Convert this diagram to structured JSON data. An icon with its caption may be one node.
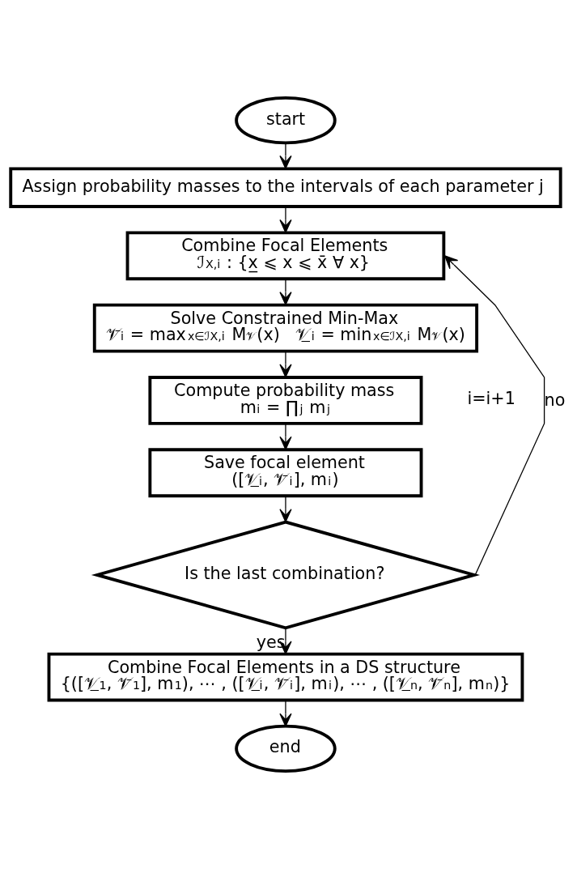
{
  "diagram": {
    "nodes": [
      {
        "text": [
          "start"
        ]
      },
      {
        "text": [
          "Assign probability masses to the intervals of each parameter j"
        ]
      },
      {
        "text": [
          "Combine Focal Elements",
          "ℐ$_{X,i}$ : {x̲ ⩽ x ⩽ x̄ ∀ x}"
        ]
      },
      {
        "text": [
          "Solve Constrained Min-Max",
          "𝒱̄$_{i}$ = max$_{x∈ℐX,i}$ M$_{𝒱}$(x)   𝒱̲$_{i}$ = min$_{x∈ℐX,i}$ M$_{𝒱}$(x)"
        ]
      },
      {
        "text": [
          "Compute probability mass",
          "m$_{i}$ = ∏$_{j}$ m$_{j}$"
        ]
      },
      {
        "text": [
          "Save focal element",
          "([𝒱̲$_{i}$, 𝒱̄$_{i}$], m$_{i}$)"
        ]
      },
      {
        "text": [
          "Is the last combination?"
        ]
      },
      {
        "text": [
          "Combine Focal Elements in a DS structure",
          "{([𝒱̲$_{1}$, 𝒱̄$_{1}$], m$_{1}$), ⋯ , ([𝒱̲$_{i}$, 𝒱̄$_{i}$], m$_{i}$), ⋯ , ([𝒱̲$_{n}$, 𝒱̄$_{n}$], m$_{n}$)}"
        ]
      },
      {
        "text": [
          "end"
        ]
      }
    ],
    "edges": [
      {
        "from": 0,
        "to": 1,
        "arrow": "to"
      },
      {
        "from": 1,
        "to": 2,
        "arrow": "to"
      },
      {
        "from": 2,
        "to": 3,
        "arrow": "to"
      },
      {
        "from": 3,
        "to": 4,
        "arrow": "to"
      },
      {
        "from": 4,
        "to": 5,
        "arrow": "to"
      },
      {
        "from": 5,
        "to": 6,
        "arrow": "to"
      },
      {
        "from": 6,
        "to": 7,
        "label": "yes",
        "arrow": "to"
      },
      {
        "from": 6,
        "to": 2,
        "label": "no",
        "arrow": "to"
      },
      {
        "from": 7,
        "to": 8,
        "arrow": "to"
      }
    ],
    "labels": [
      "i=i+1"
    ]
  }
}
